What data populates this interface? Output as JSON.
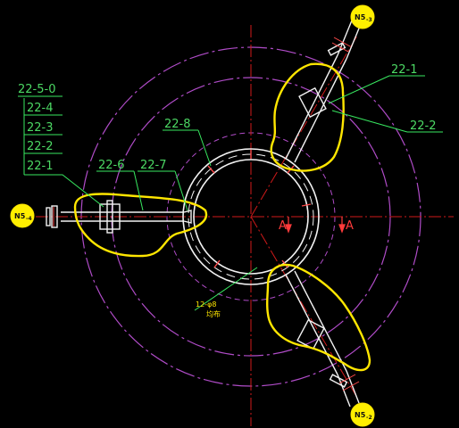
{
  "labels": {
    "left_stack": [
      "22-5-0",
      "22-4",
      "22-3",
      "22-2",
      "22-1"
    ],
    "l_22_6": "22-6",
    "l_22_7": "22-7",
    "l_22_8": "22-8",
    "r_22_1": "22-1",
    "r_22_2": "22-2",
    "note_line1": "12-φ8",
    "note_line2": "均布",
    "section_a_left": "A",
    "section_a_right": "A"
  },
  "nozzle_tags": {
    "top_right": "N5",
    "top_right_sub": "-3",
    "left": "N5",
    "left_sub": "-4",
    "bottom_right": "N5",
    "bottom_right_sub": "-2"
  },
  "colors": {
    "background": "#000000",
    "outer_circles": "#b04cc8",
    "center_lines": "#d01a1a",
    "pipes": "#f2f2f2",
    "highlight": "#ffe600",
    "labels": "#4cd964",
    "leaders": "#38e860"
  }
}
